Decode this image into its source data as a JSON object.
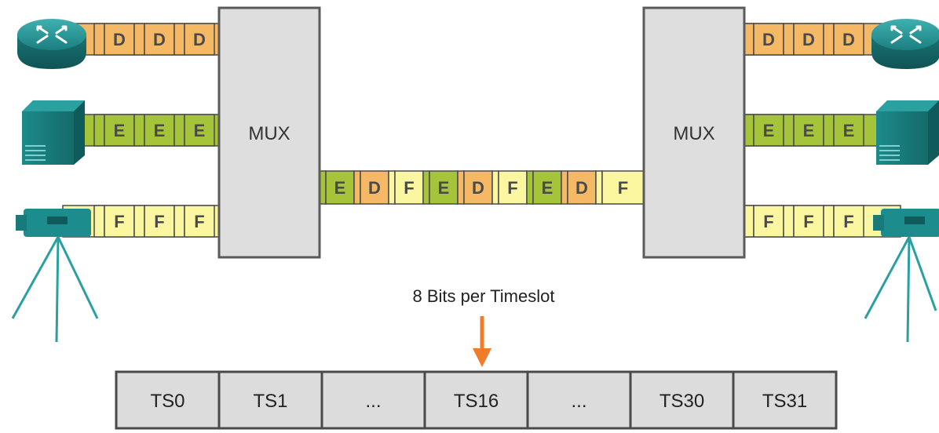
{
  "colors": {
    "D": "#f5b865",
    "E": "#a6c43a",
    "F": "#fbf6a0",
    "cell_border": "#4a4a4a",
    "mux_fill": "#dedede",
    "mux_border": "#5a5a5a",
    "device_teal": "#1f8c8c",
    "arrow": "#f07c2a"
  },
  "left_streams": [
    {
      "device": "router-icon",
      "cells": [
        "D",
        "D",
        "D"
      ]
    },
    {
      "device": "server-icon",
      "cells": [
        "E",
        "E",
        "E"
      ]
    },
    {
      "device": "camera-icon",
      "cells": [
        "F",
        "F",
        "F"
      ]
    }
  ],
  "right_streams": [
    {
      "device": "router-icon",
      "cells": [
        "D",
        "D",
        "D"
      ]
    },
    {
      "device": "server-icon",
      "cells": [
        "E",
        "E",
        "E"
      ]
    },
    {
      "device": "camera-icon",
      "cells": [
        "F",
        "F",
        "F"
      ]
    }
  ],
  "mux_left_label": "MUX",
  "mux_right_label": "MUX",
  "trunk_cells": [
    "E",
    "D",
    "F",
    "E",
    "D",
    "F",
    "E",
    "D",
    "F"
  ],
  "caption": "8 Bits per Timeslot",
  "timeslots": [
    "TS0",
    "TS1",
    "...",
    "TS16",
    "...",
    "TS30",
    "TS31"
  ]
}
